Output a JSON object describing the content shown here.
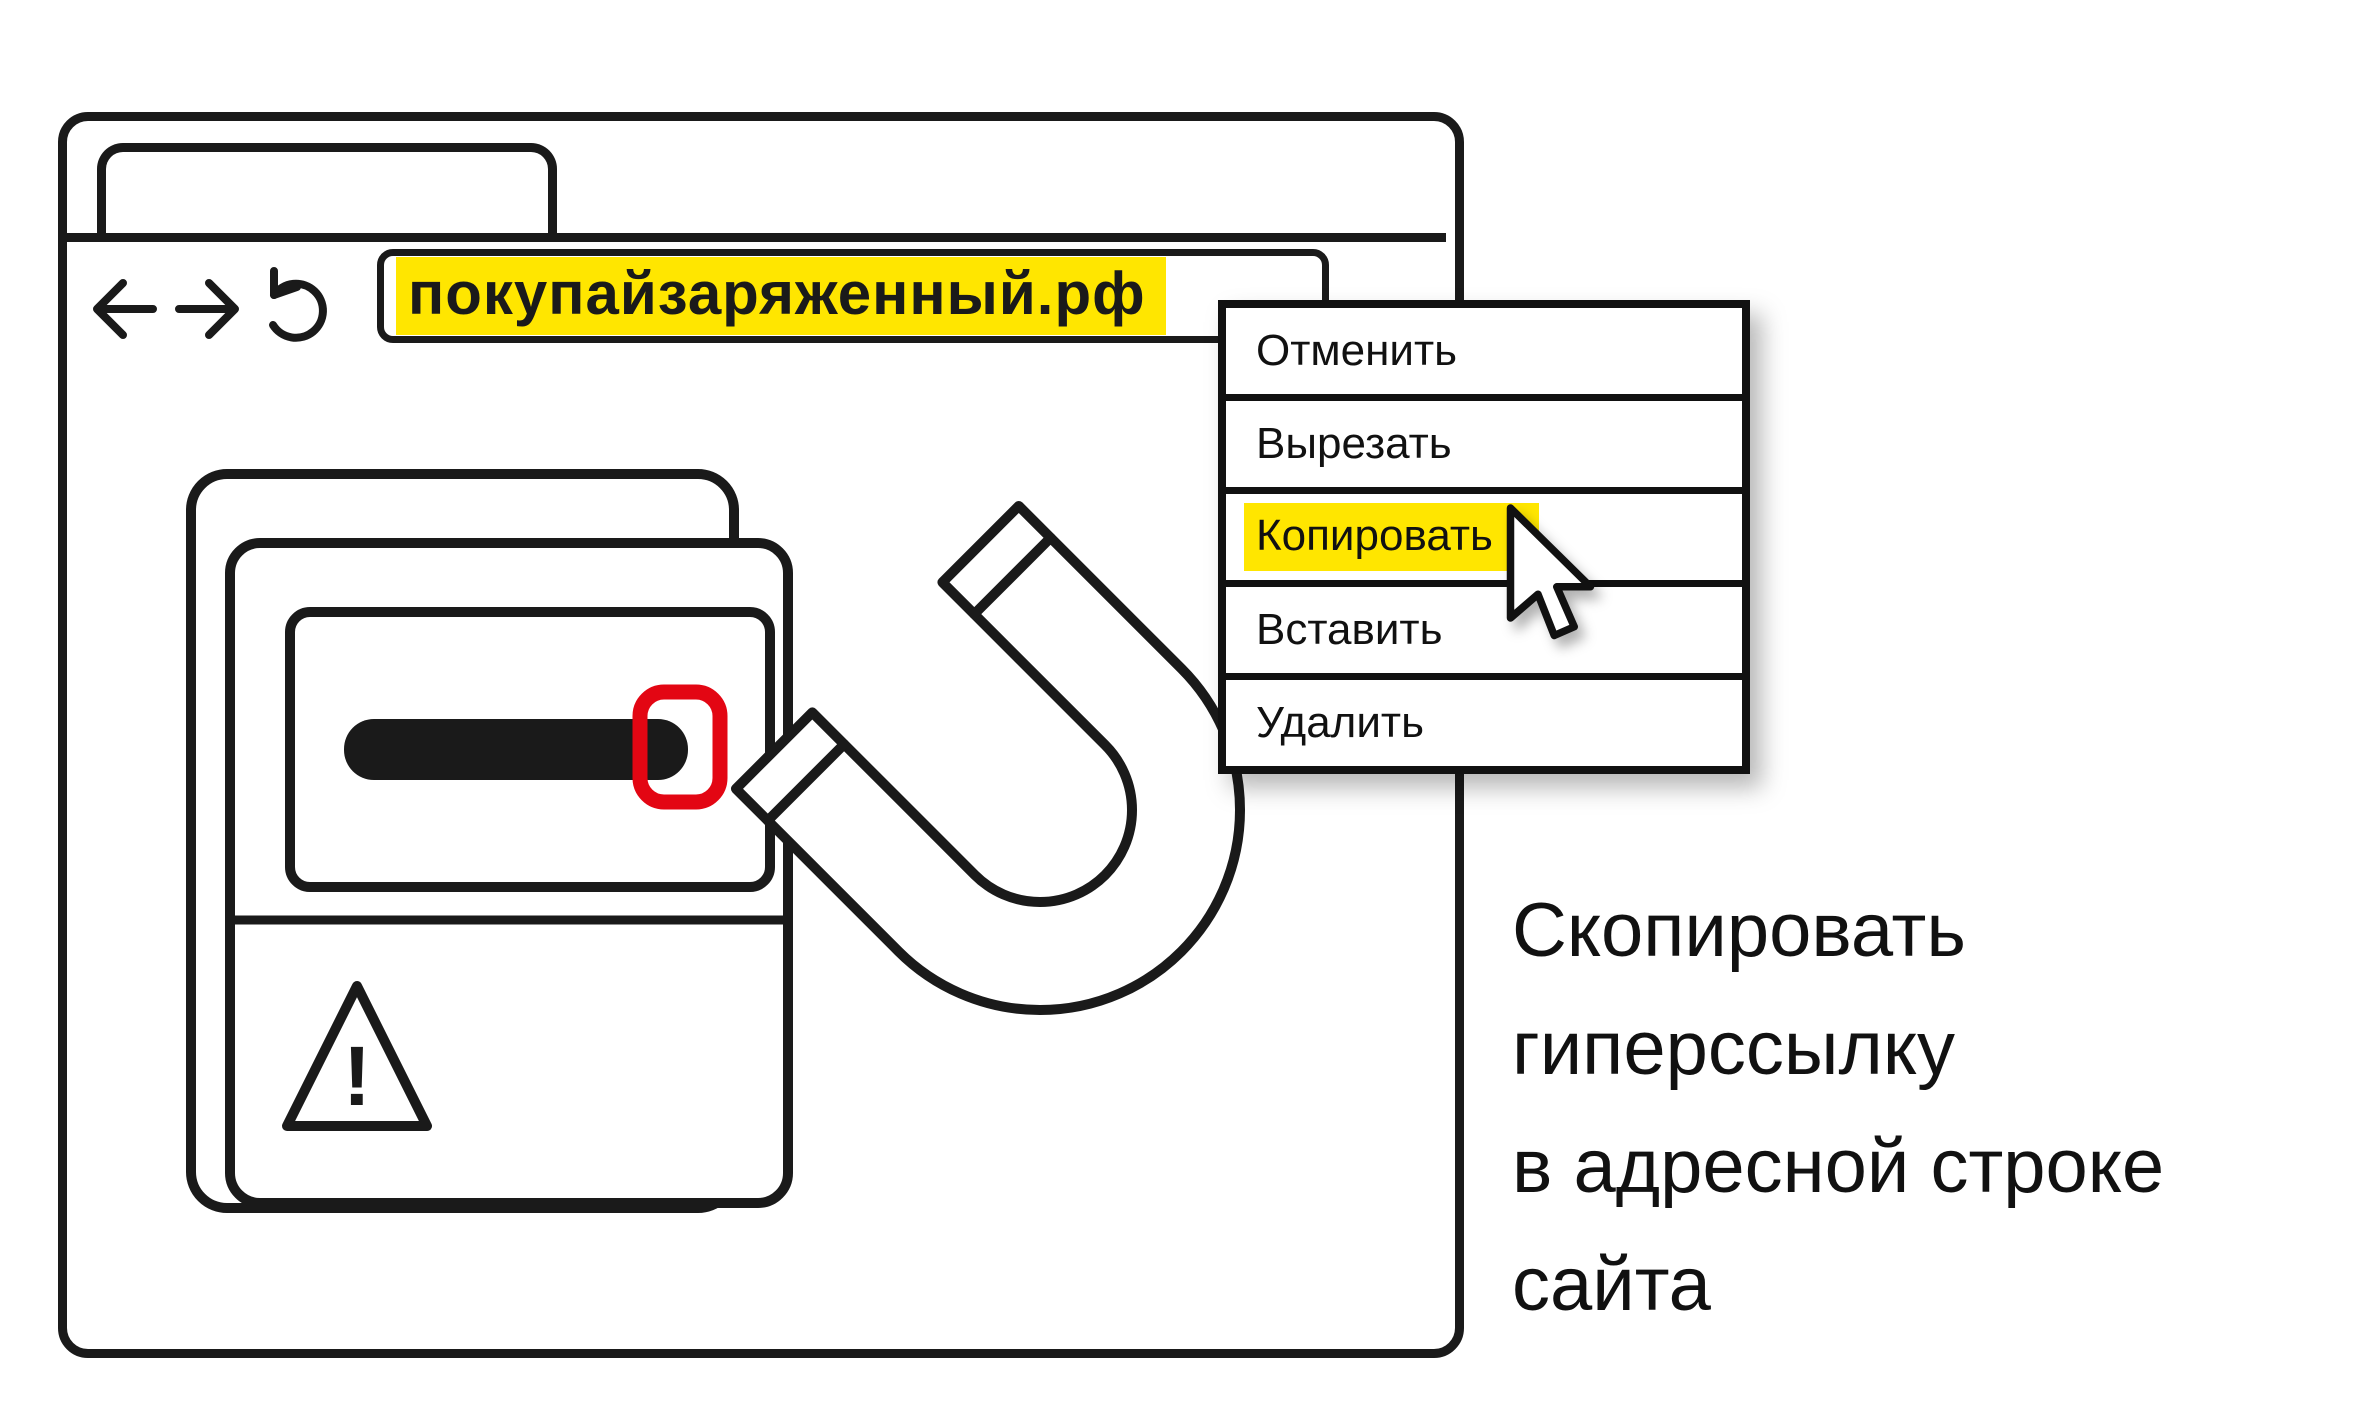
{
  "browser": {
    "address_bar": {
      "url": "покупайзаряженный.рф",
      "highlight_color": "#ffe600"
    },
    "nav_icons": [
      "back-arrow-icon",
      "forward-arrow-icon",
      "reload-icon"
    ]
  },
  "context_menu": {
    "highlight_color": "#ffe600",
    "highlighted_index": 2,
    "items": [
      {
        "label": "Отменить",
        "highlighted": false
      },
      {
        "label": "Вырезать",
        "highlighted": false
      },
      {
        "label": "Копировать",
        "highlighted": true
      },
      {
        "label": "Вставить",
        "highlighted": false
      },
      {
        "label": "Удалить",
        "highlighted": false
      }
    ]
  },
  "caption": {
    "full_text": "Скопировать гиперссылку в адресной строке сайта",
    "lines": [
      "Скопировать",
      "гиперссылку",
      "в адресной строке",
      "сайта"
    ]
  },
  "illustration": {
    "warning_symbol": "!",
    "icons": [
      "browser-tab",
      "power-meter-icon",
      "warning-triangle-icon",
      "magnet-icon",
      "cursor-arrow-icon"
    ],
    "colors": {
      "stroke": "#1a1a1a",
      "accent_red": "#e30613",
      "highlight_yellow": "#ffe600",
      "background": "#ffffff"
    }
  }
}
